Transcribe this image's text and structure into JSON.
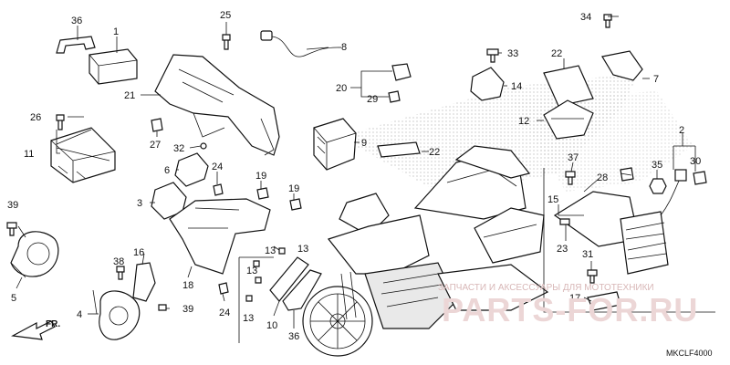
{
  "callouts": [
    {
      "id": "c36a",
      "text": "36"
    },
    {
      "id": "c1",
      "text": "1"
    },
    {
      "id": "c25",
      "text": "25"
    },
    {
      "id": "c8",
      "text": "8"
    },
    {
      "id": "c21",
      "text": "21"
    },
    {
      "id": "c26",
      "text": "26"
    },
    {
      "id": "c27",
      "text": "27"
    },
    {
      "id": "c32",
      "text": "32"
    },
    {
      "id": "c11",
      "text": "11"
    },
    {
      "id": "c33",
      "text": "33"
    },
    {
      "id": "c20",
      "text": "20"
    },
    {
      "id": "c29",
      "text": "29"
    },
    {
      "id": "c9",
      "text": "9"
    },
    {
      "id": "c22a",
      "text": "22"
    },
    {
      "id": "c14",
      "text": "14"
    },
    {
      "id": "c22b",
      "text": "22"
    },
    {
      "id": "c12",
      "text": "12"
    },
    {
      "id": "c34",
      "text": "34"
    },
    {
      "id": "c7",
      "text": "7"
    },
    {
      "id": "c6",
      "text": "6"
    },
    {
      "id": "c24a",
      "text": "24"
    },
    {
      "id": "c3",
      "text": "3"
    },
    {
      "id": "c19a",
      "text": "19"
    },
    {
      "id": "c19b",
      "text": "19"
    },
    {
      "id": "c39a",
      "text": "39"
    },
    {
      "id": "c5",
      "text": "5"
    },
    {
      "id": "c16",
      "text": "16"
    },
    {
      "id": "c38",
      "text": "38"
    },
    {
      "id": "c18",
      "text": "18"
    },
    {
      "id": "c4",
      "text": "4"
    },
    {
      "id": "c39b",
      "text": "39"
    },
    {
      "id": "c24b",
      "text": "24"
    },
    {
      "id": "c13a",
      "text": "13"
    },
    {
      "id": "c13b",
      "text": "13"
    },
    {
      "id": "c13c",
      "text": "13"
    },
    {
      "id": "c13d",
      "text": "13"
    },
    {
      "id": "c10",
      "text": "10"
    },
    {
      "id": "c36b",
      "text": "36"
    },
    {
      "id": "c37",
      "text": "37"
    },
    {
      "id": "c2",
      "text": "2"
    },
    {
      "id": "c28",
      "text": "28"
    },
    {
      "id": "c35",
      "text": "35"
    },
    {
      "id": "c30",
      "text": "30"
    },
    {
      "id": "c15",
      "text": "15"
    },
    {
      "id": "c23",
      "text": "23"
    },
    {
      "id": "c31",
      "text": "31"
    },
    {
      "id": "c17",
      "text": "17"
    }
  ],
  "front_arrow_label": "FR.",
  "diagram_code": "MKCLF4000",
  "watermark_caption": "ЗАПЧАСТИ И АКСЕССУАРЫ ДЛЯ МОТОТЕХНИКИ",
  "watermark_logo": "PARTS-FOR.RU",
  "colors": {
    "ink": "#111111",
    "watermark": "#d8b7b7"
  }
}
